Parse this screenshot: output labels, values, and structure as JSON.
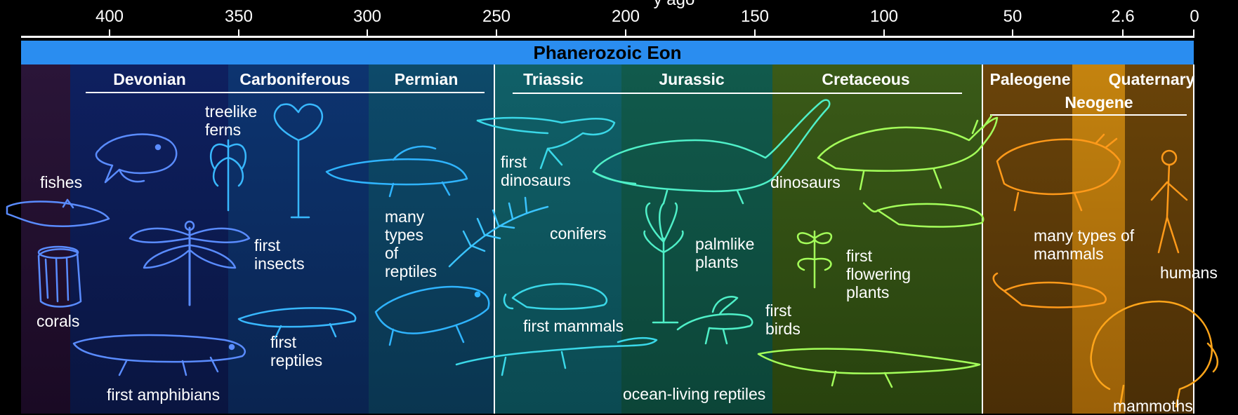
{
  "axis": {
    "ticks": [
      "400",
      "350",
      "300",
      "250",
      "200",
      "150",
      "100",
      "50",
      "2.6",
      "0"
    ],
    "top_text": "y ago"
  },
  "eon": {
    "label": "Phanerozoic Eon"
  },
  "periods": {
    "devonian": "Devonian",
    "carboniferous": "Carboniferous",
    "permian": "Permian",
    "triassic": "Triassic",
    "jurassic": "Jurassic",
    "cretaceous": "Cretaceous",
    "paleogene": "Paleogene",
    "quaternary": "Quaternary",
    "neogene": "Neogene"
  },
  "labels": {
    "fishes": "fishes",
    "corals": "corals",
    "first_amphibians": "first amphibians",
    "treelike_ferns_1": "treelike",
    "treelike_ferns_2": "ferns",
    "first_insects_1": "first",
    "first_insects_2": "insects",
    "first_reptiles_1": "first",
    "first_reptiles_2": "reptiles",
    "many_reptiles_1": "many",
    "many_reptiles_2": "types",
    "many_reptiles_3": "of",
    "many_reptiles_4": "reptiles",
    "first_dinosaurs_1": "first",
    "first_dinosaurs_2": "dinosaurs",
    "conifers": "conifers",
    "first_mammals": "first mammals",
    "ocean_living_reptiles": "ocean-living reptiles",
    "palmlike_plants_1": "palmlike",
    "palmlike_plants_2": "plants",
    "dinosaurs": "dinosaurs",
    "first_birds_1": "first",
    "first_birds_2": "birds",
    "first_flowering_1": "first",
    "first_flowering_2": "flowering",
    "first_flowering_3": "plants",
    "many_mammals_1": "many types of",
    "many_mammals_2": "mammals",
    "humans": "humans",
    "mammoths": "mammoths"
  },
  "colors": {
    "eon_bar": "#2a8df0",
    "band_precambrian": "#1e0f2a",
    "band_devonian": "#0b1a4a",
    "band_carboniferous": "#0b2a5a",
    "band_permian": "#0b3a5a",
    "band_triassic": "#0d4e58",
    "band_jurassic": "#0f4a42",
    "band_cretaceous": "#2f4a14",
    "band_paleogene": "#5a3a08",
    "band_neogene": "#b5770f",
    "band_quaternary": "#6a4208",
    "blue_art": "#4f7bff",
    "cyan_art": "#38c7ff",
    "teal_art": "#53f0d8",
    "green_art": "#9bff5a",
    "orange_art": "#ff9a1a"
  }
}
